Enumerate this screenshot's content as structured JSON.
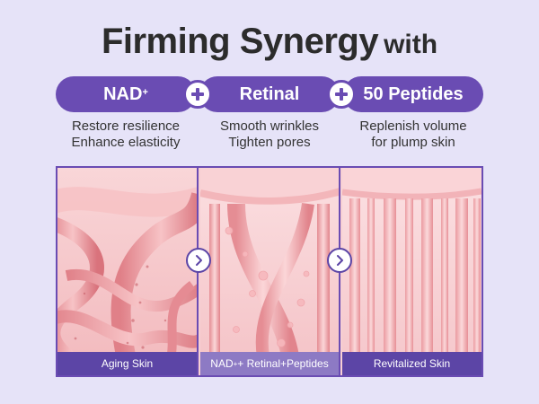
{
  "headline": {
    "main": "Firming Synergy",
    "tail": "with"
  },
  "ingredients": [
    {
      "name": "NAD",
      "sup": "+",
      "lines": [
        "Restore resilience",
        "Enhance elasticity"
      ]
    },
    {
      "name": "Retinal",
      "sup": "",
      "lines": [
        "Smooth wrinkles",
        "Tighten pores"
      ]
    },
    {
      "name": "50 Peptides",
      "sup": "",
      "lines": [
        "Replenish volume",
        "for plump skin"
      ]
    }
  ],
  "panels": [
    {
      "caption": "Aging Skin"
    },
    {
      "caption_a": "NAD",
      "caption_sup": "+",
      "caption_b": " + Retinal+Peptides"
    },
    {
      "caption": "Revitalized Skin"
    }
  ],
  "colors": {
    "accent": "#6a4cb3",
    "background": "#e6e3f8",
    "panel_pink": "#f7cfd3"
  },
  "icons": {
    "plus": "plus-icon",
    "arrow": "chevron-right-icon"
  }
}
